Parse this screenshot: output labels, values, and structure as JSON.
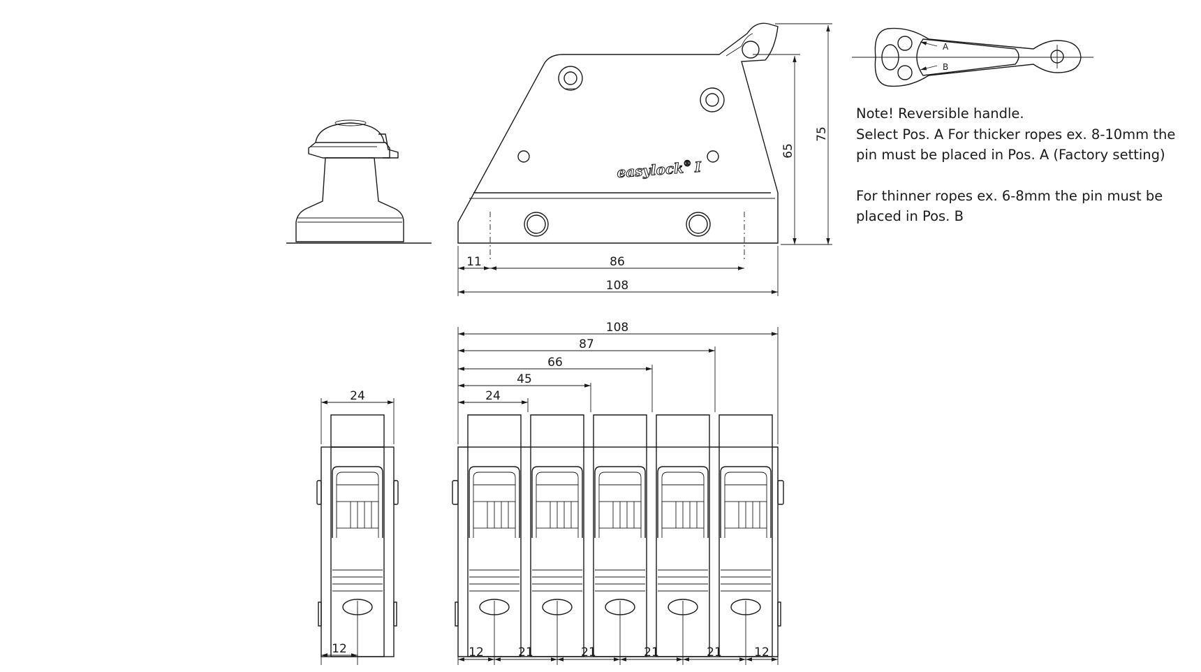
{
  "brand": {
    "name": "easylock",
    "mark": "®",
    "suffix": "I"
  },
  "handle_positions": {
    "a": "A",
    "b": "B"
  },
  "note": {
    "line1": "Note! Reversible handle.",
    "line2": "Select Pos. A For thicker ropes ex. 8-10mm the",
    "line3": "pin must be placed in Pos. A (Factory setting)",
    "line4": "For thinner ropes ex. 6-8mm the pin must be",
    "line5": "placed in Pos. B"
  },
  "side_view": {
    "offset": "11",
    "hole_spacing": "86",
    "length": "108",
    "body_height": "65",
    "total_height": "75"
  },
  "single_front": {
    "width": "24",
    "offset": "12"
  },
  "multi_front": {
    "total_width": "108",
    "widths": [
      "87",
      "66",
      "45",
      "24"
    ],
    "edge_left": "12",
    "pitch": [
      "21",
      "21",
      "21",
      "21"
    ],
    "edge_right": "12"
  }
}
